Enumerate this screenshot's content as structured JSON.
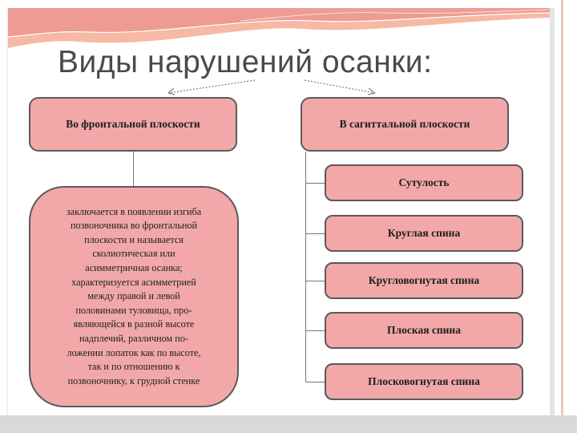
{
  "title": "Виды нарушений осанки:",
  "frontal": {
    "heading": "Во фронтальной плоскости",
    "description": "заключается в появлении изгиба\nпозвоночника во фронтальной\nплоскости и называется\nсколиотическая или\nасимметричная осанка;\nхарактеризуется асимметрией\nмежду правой и левой\nполовинами туловища, про-\nявляющейся в разной высоте\nнадплечий, различном по-\nложении лопаток как по высоте,\nтак и по отношению к\nпозвоночнику, к грудной стенке"
  },
  "sagittal": {
    "heading": "В сагиттальной плоскости",
    "items": [
      "Сутулость",
      "Круглая спина",
      "Кругловогнутая спина",
      "Плоская спина",
      "Плосковогнутая спина"
    ]
  },
  "colors": {
    "box_fill": "#f2a8a8",
    "box_border": "#5a5a5a",
    "banner_peach": "#f6b9a3",
    "banner_coral": "#e98e8a"
  }
}
